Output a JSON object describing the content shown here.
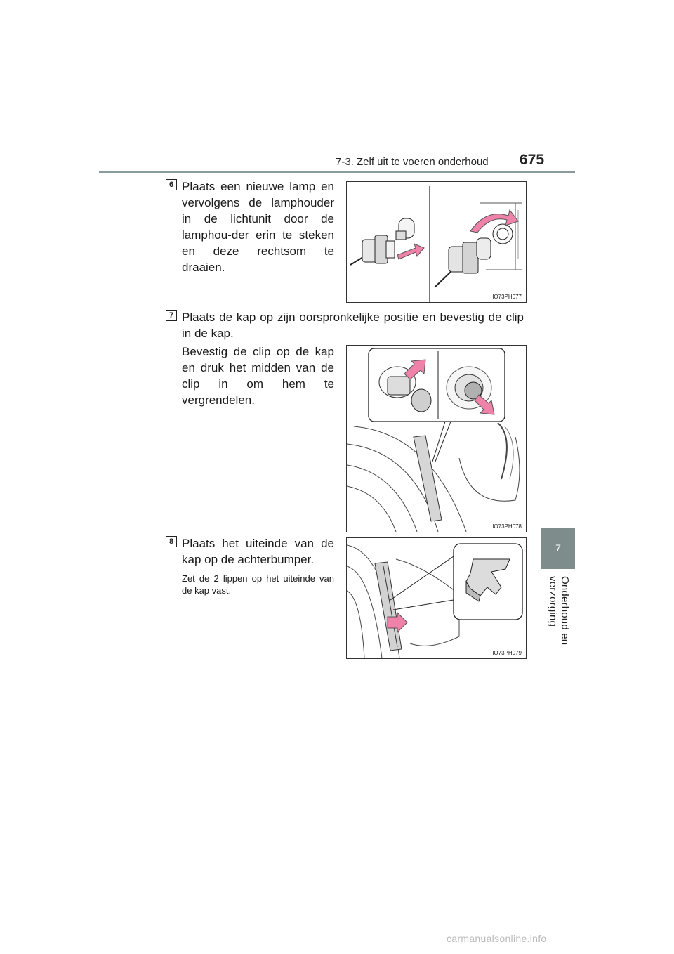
{
  "header": {
    "section_title": "7-3. Zelf uit te voeren onderhoud",
    "page_number": "675"
  },
  "side_tab": {
    "chapter_number": "7",
    "chapter_label": "Onderhoud en verzorging"
  },
  "steps": [
    {
      "badge": "6",
      "text": "Plaats een nieuwe lamp en vervolgens de lamphouder in de lichtunit door de lamphou-der erin te steken en deze rechtsom te draaien.",
      "figure_code": "IO73PH077"
    },
    {
      "badge": "7",
      "text": "Plaats de kap op zijn oorspronkelijke positie en bevestig de clip in de kap.",
      "subtext": "Bevestig de clip op de kap en druk het midden van de clip in om hem te vergrendelen.",
      "figure_code": "IO73PH078"
    },
    {
      "badge": "8",
      "text": "Plaats het uiteinde van de kap op de achterbumper.",
      "note": "Zet de 2 lippen op het uiteinde van de kap vast.",
      "figure_code": "IO73PH079"
    }
  ],
  "footer": {
    "watermark": "carmanualsonline.info"
  },
  "colors": {
    "rule": "#8a9a9a",
    "tab": "#7f8c8c",
    "arrow": "#ee82a8"
  }
}
